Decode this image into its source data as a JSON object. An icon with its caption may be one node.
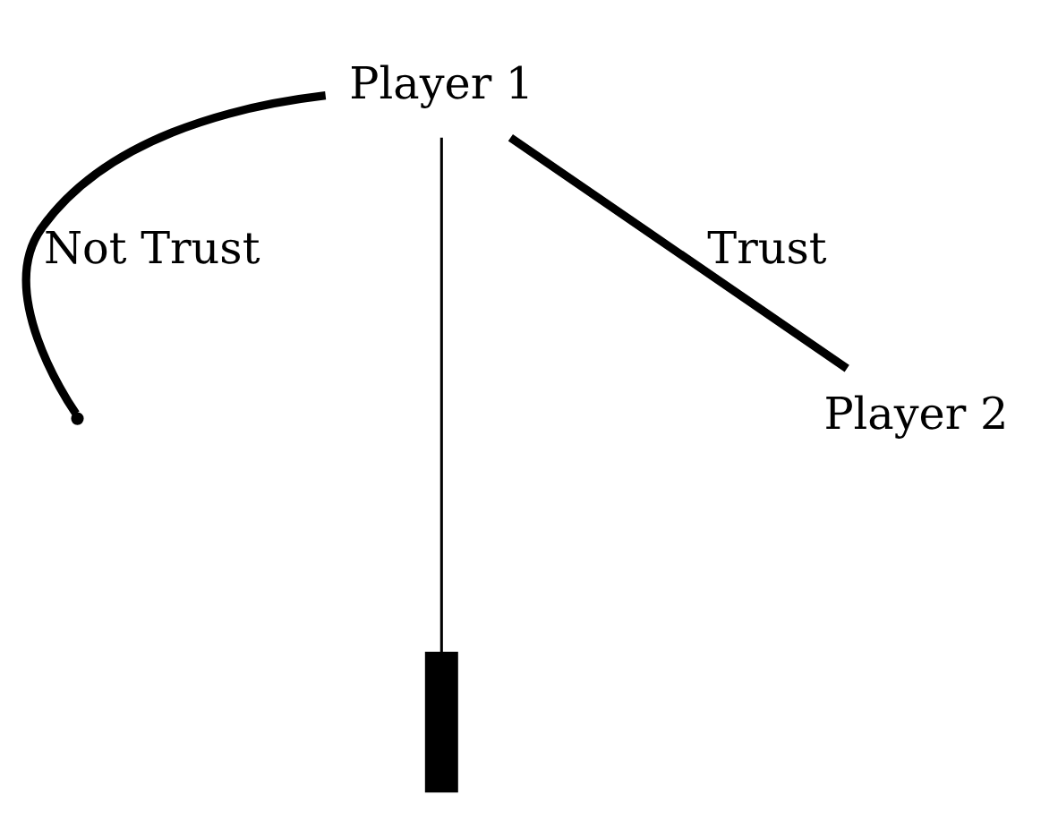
{
  "diagram": {
    "nodes": [
      {
        "text": [
          "Player 1"
        ]
      },
      {
        "text": [],
        "shape": "point"
      },
      {
        "text": [],
        "shape": "bar"
      },
      {
        "text": [
          "Player 2"
        ]
      }
    ],
    "edges": [
      {
        "from": 0,
        "to": 1,
        "arrow": "none",
        "label": "Not Trust"
      },
      {
        "from": 0,
        "to": 2,
        "arrow": "none"
      },
      {
        "from": 0,
        "to": 3,
        "arrow": "none",
        "label": "Trust"
      }
    ]
  }
}
